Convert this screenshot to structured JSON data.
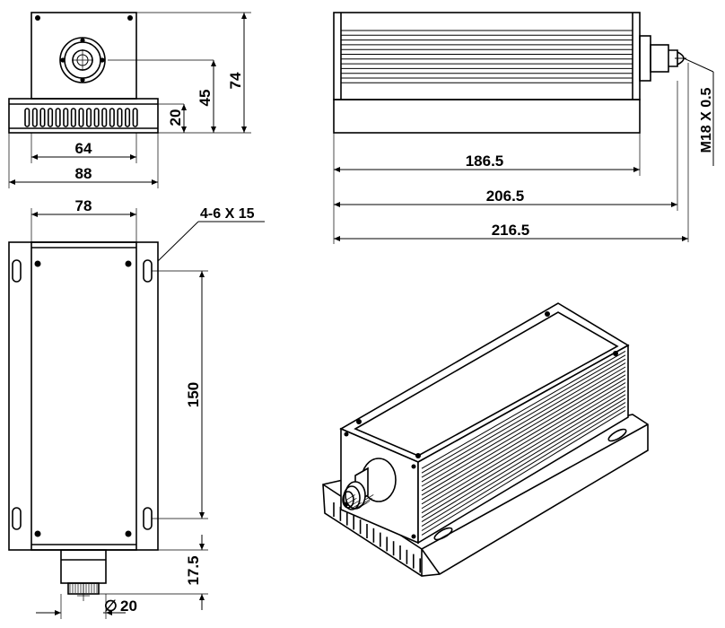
{
  "dimensions": {
    "front_height_total": "74",
    "front_height_axis": "45",
    "front_height_base": "20",
    "front_width_inner": "64",
    "front_width_total": "88",
    "side_length_body": "186.5",
    "side_length_with_flange": "206.5",
    "side_length_total": "216.5",
    "thread_spec": "M18 X 0.5",
    "top_width_body": "78",
    "mount_holes": "4-6 X 15",
    "hole_spacing": "150",
    "aperture_protrusion": "17.5",
    "aperture_diameter": "20"
  },
  "symbols": {
    "diameter": "∅"
  }
}
